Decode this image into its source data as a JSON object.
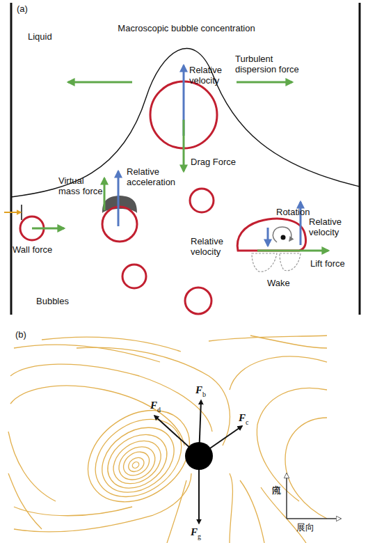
{
  "diagram": {
    "labels": [
      "(a)",
      "Macroscopic bubble concentration",
      "Liquid",
      "Relative velocity",
      "Turbulent dispersion force",
      "Drag Force",
      "Virtual mass force",
      "Relative acceleration",
      "Rotation",
      "Relative velocity",
      "Relative velocity",
      "Wall force",
      "Lift force",
      "Wake",
      "Bubbles",
      "(b)",
      "F",
      "d",
      "F",
      "b",
      "F",
      "c",
      "F",
      "g",
      "流向",
      "展向"
    ]
  }
}
